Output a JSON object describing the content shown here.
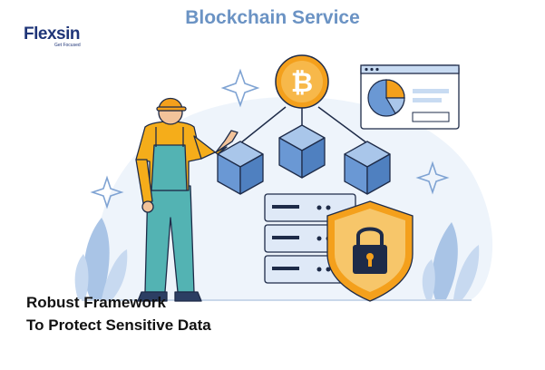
{
  "brand": {
    "name": "Flexsin",
    "tagline": "Get Focused"
  },
  "headline": "Blockchain Service",
  "caption": {
    "line1": "Robust Framework",
    "line2": "To Protect Sensitive Data"
  },
  "colors": {
    "brand_navy": "#1f3578",
    "brand_red": "#d62d2d",
    "headline_blue": "#6b93c4",
    "coin_orange": "#f4a01c",
    "cube_blue": "#6a98d4",
    "shirt_yellow": "#f5ad1a",
    "overalls_teal": "#53b3b3"
  },
  "icons": [
    "bitcoin-icon",
    "padlock-icon",
    "pie-chart-icon",
    "sparkle-icon"
  ]
}
